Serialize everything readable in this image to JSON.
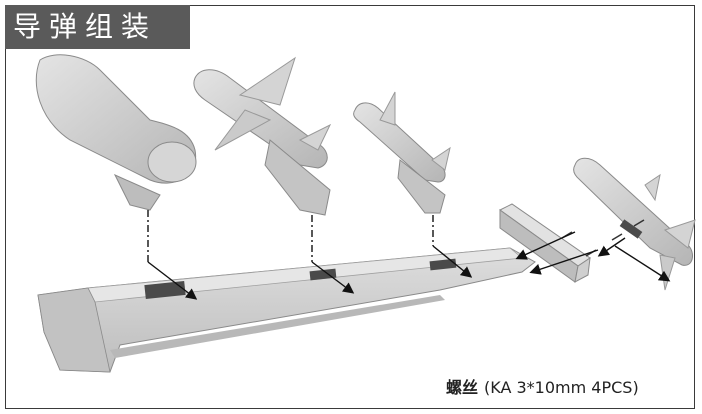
{
  "title": "导弹组装",
  "caption": {
    "cn": "螺丝",
    "spec": "(KA 3*10mm  4PCS)"
  },
  "colors": {
    "title_bg": "#5a5a5a",
    "model_grey": "#cfcfcf",
    "shadow_grey": "#a6a6a6",
    "outline": "#8a8a8a"
  },
  "parts": [
    "external-fuel-tank",
    "large-missile",
    "medium-missile",
    "pylon-rail",
    "small-missile",
    "wing",
    "screws"
  ]
}
